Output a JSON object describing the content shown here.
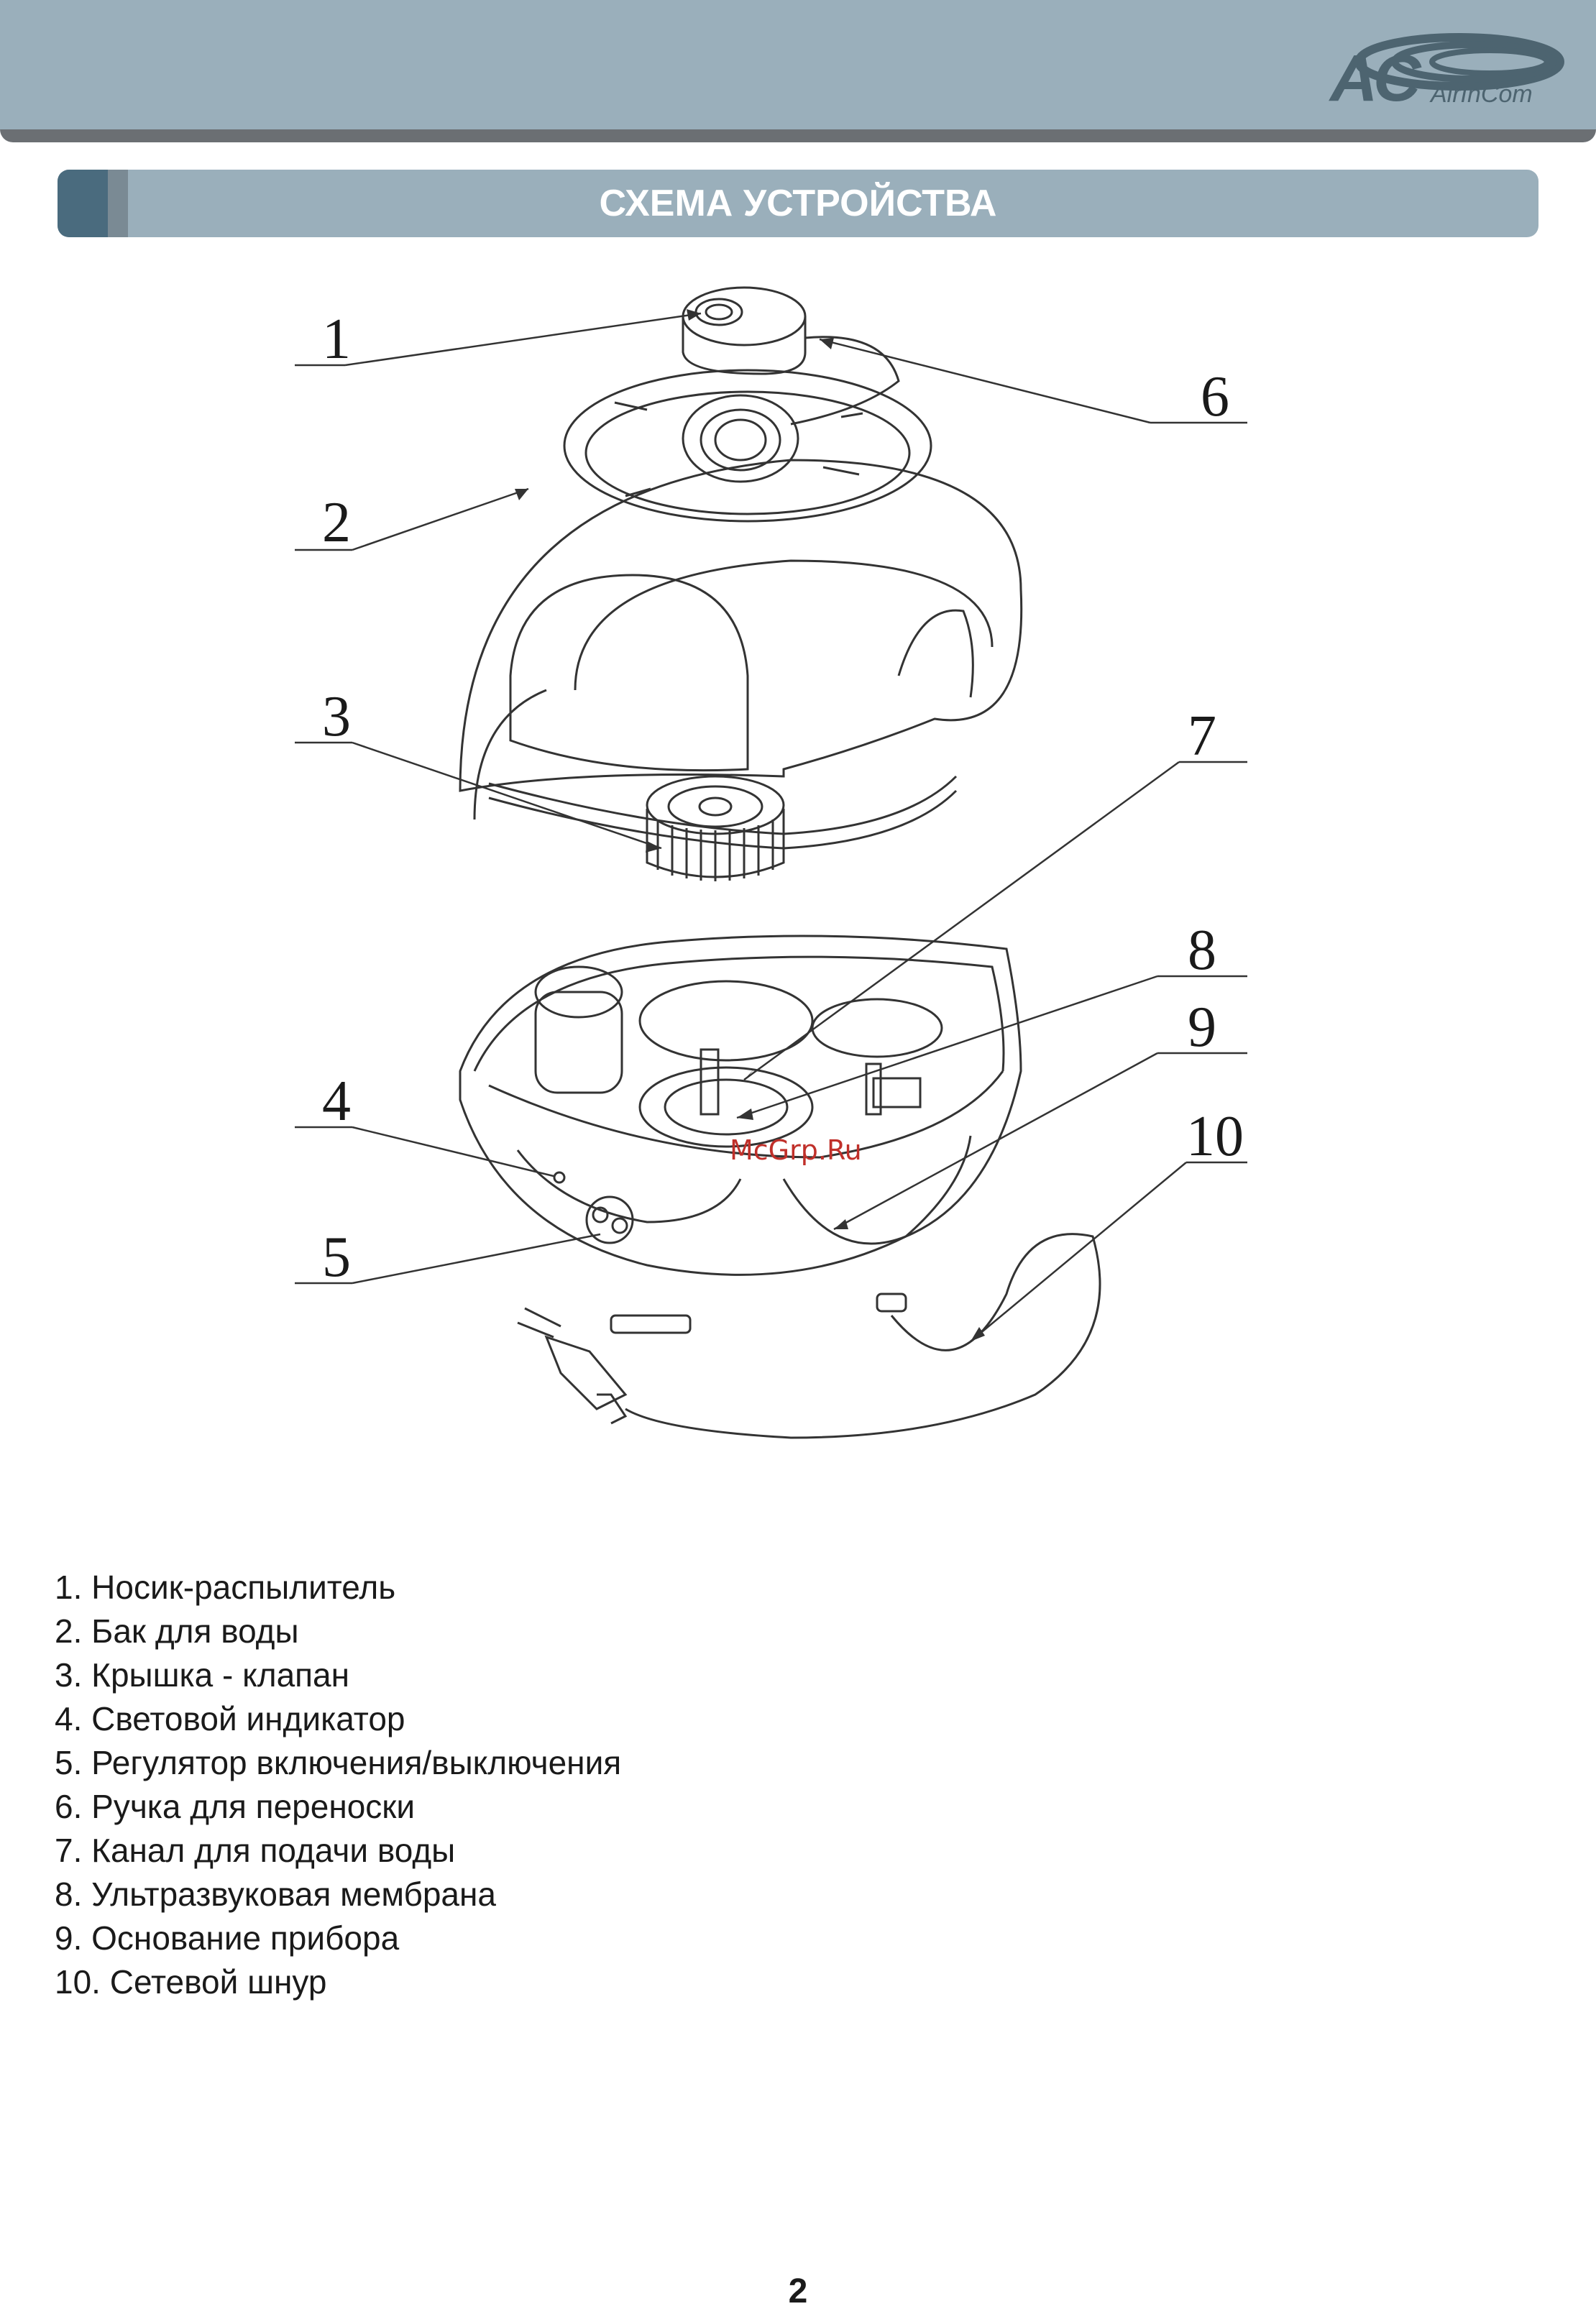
{
  "header": {
    "logo_brand": "AirInCom",
    "colors": {
      "bar": "#9aafbb",
      "accent": "#4a6b7e",
      "rule": "#6b6f73"
    }
  },
  "section_title": "СХЕМА УСТРОЙСТВА",
  "diagram": {
    "callouts": [
      "1",
      "2",
      "3",
      "4",
      "5",
      "6",
      "7",
      "8",
      "9",
      "10"
    ],
    "watermark": "McGrp.Ru"
  },
  "legend": [
    "1. Носик-распылитель",
    "2. Бак для воды",
    "3. Крышка - клапан",
    "4. Световой индикатор",
    "5. Регулятор включения/выключения",
    "6. Ручка для переноски",
    "7. Канал для подачи воды",
    "8. Ультразвуковая мембрана",
    "9. Основание прибора",
    "10. Сетевой шнур"
  ],
  "page_number": "2"
}
